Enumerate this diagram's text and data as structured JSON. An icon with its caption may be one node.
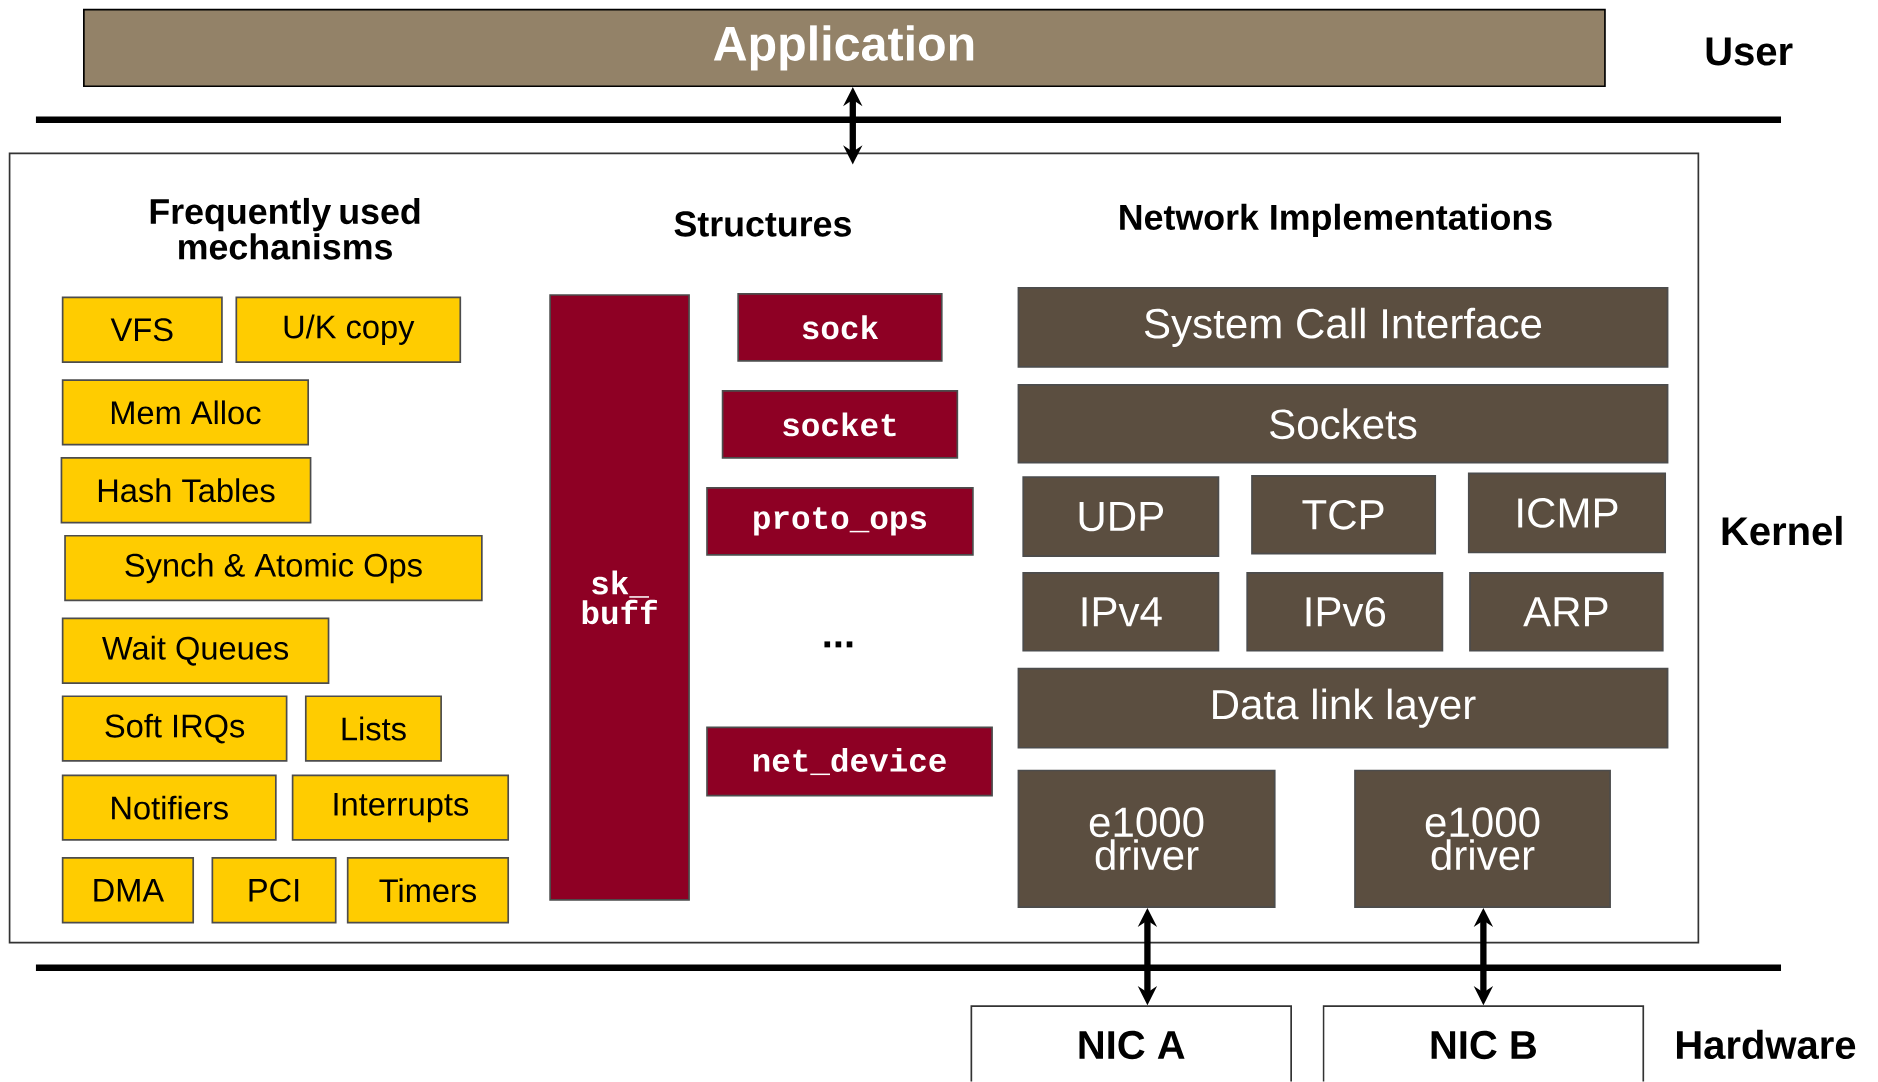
{
  "diagram": {
    "nodes": [
      {
        "text": [
          "Application"
        ]
      },
      {
        "text": [],
        "shape": "box"
      },
      {
        "text": [
          "VFS"
        ],
        "in": 1
      },
      {
        "text": [
          "U/K copy"
        ],
        "in": 1
      },
      {
        "text": [
          "Mem Alloc"
        ],
        "in": 1
      },
      {
        "text": [
          "Hash Tables"
        ],
        "in": 1
      },
      {
        "text": [
          "Synch & Atomic Ops"
        ],
        "in": 1
      },
      {
        "text": [
          "Wait Queues"
        ],
        "in": 1
      },
      {
        "text": [
          "Soft IRQs"
        ],
        "in": 1
      },
      {
        "text": [
          "Lists"
        ],
        "in": 1
      },
      {
        "text": [
          "Notifiers"
        ],
        "in": 1
      },
      {
        "text": [
          "Interrupts"
        ],
        "in": 1
      },
      {
        "text": [
          "DMA"
        ],
        "in": 1
      },
      {
        "text": [
          "PCI"
        ],
        "in": 1
      },
      {
        "text": [
          "Timers"
        ],
        "in": 1
      },
      {
        "text": [
          "sk_ buff"
        ],
        "in": 1
      },
      {
        "text": [
          "sock"
        ],
        "in": 1
      },
      {
        "text": [
          "socket"
        ],
        "in": 1
      },
      {
        "text": [
          "proto_ops"
        ],
        "in": 1
      },
      {
        "text": [
          "net_device"
        ],
        "in": 1
      },
      {
        "text": [
          "System Call Interface"
        ],
        "in": 1
      },
      {
        "text": [
          "Sockets"
        ],
        "in": 1
      },
      {
        "text": [
          "UDP"
        ],
        "in": 1
      },
      {
        "text": [
          "TCP"
        ],
        "in": 1
      },
      {
        "text": [
          "ICMP"
        ],
        "in": 1
      },
      {
        "text": [
          "IPv4"
        ],
        "in": 1
      },
      {
        "text": [
          "IPv6"
        ],
        "in": 1
      },
      {
        "text": [
          "ARP"
        ],
        "in": 1
      },
      {
        "text": [
          "Data link layer"
        ],
        "in": 1
      },
      {
        "text": [
          "e1000 driver"
        ],
        "in": 1
      },
      {
        "text": [
          "e1000 driver"
        ],
        "in": 1
      },
      {
        "text": [
          "NIC A"
        ]
      },
      {
        "text": [
          "NIC B"
        ]
      }
    ],
    "edges": [
      {
        "from": 0,
        "to": 1,
        "arrow": "both"
      },
      {
        "from": 29,
        "to": 31,
        "arrow": "both"
      },
      {
        "from": 30,
        "to": 32,
        "arrow": "both"
      }
    ],
    "labels": [
      "User",
      "Frequently used mechanisms",
      "Structures",
      "Network Implementations",
      "Kernel",
      "...",
      "Hardware"
    ]
  }
}
